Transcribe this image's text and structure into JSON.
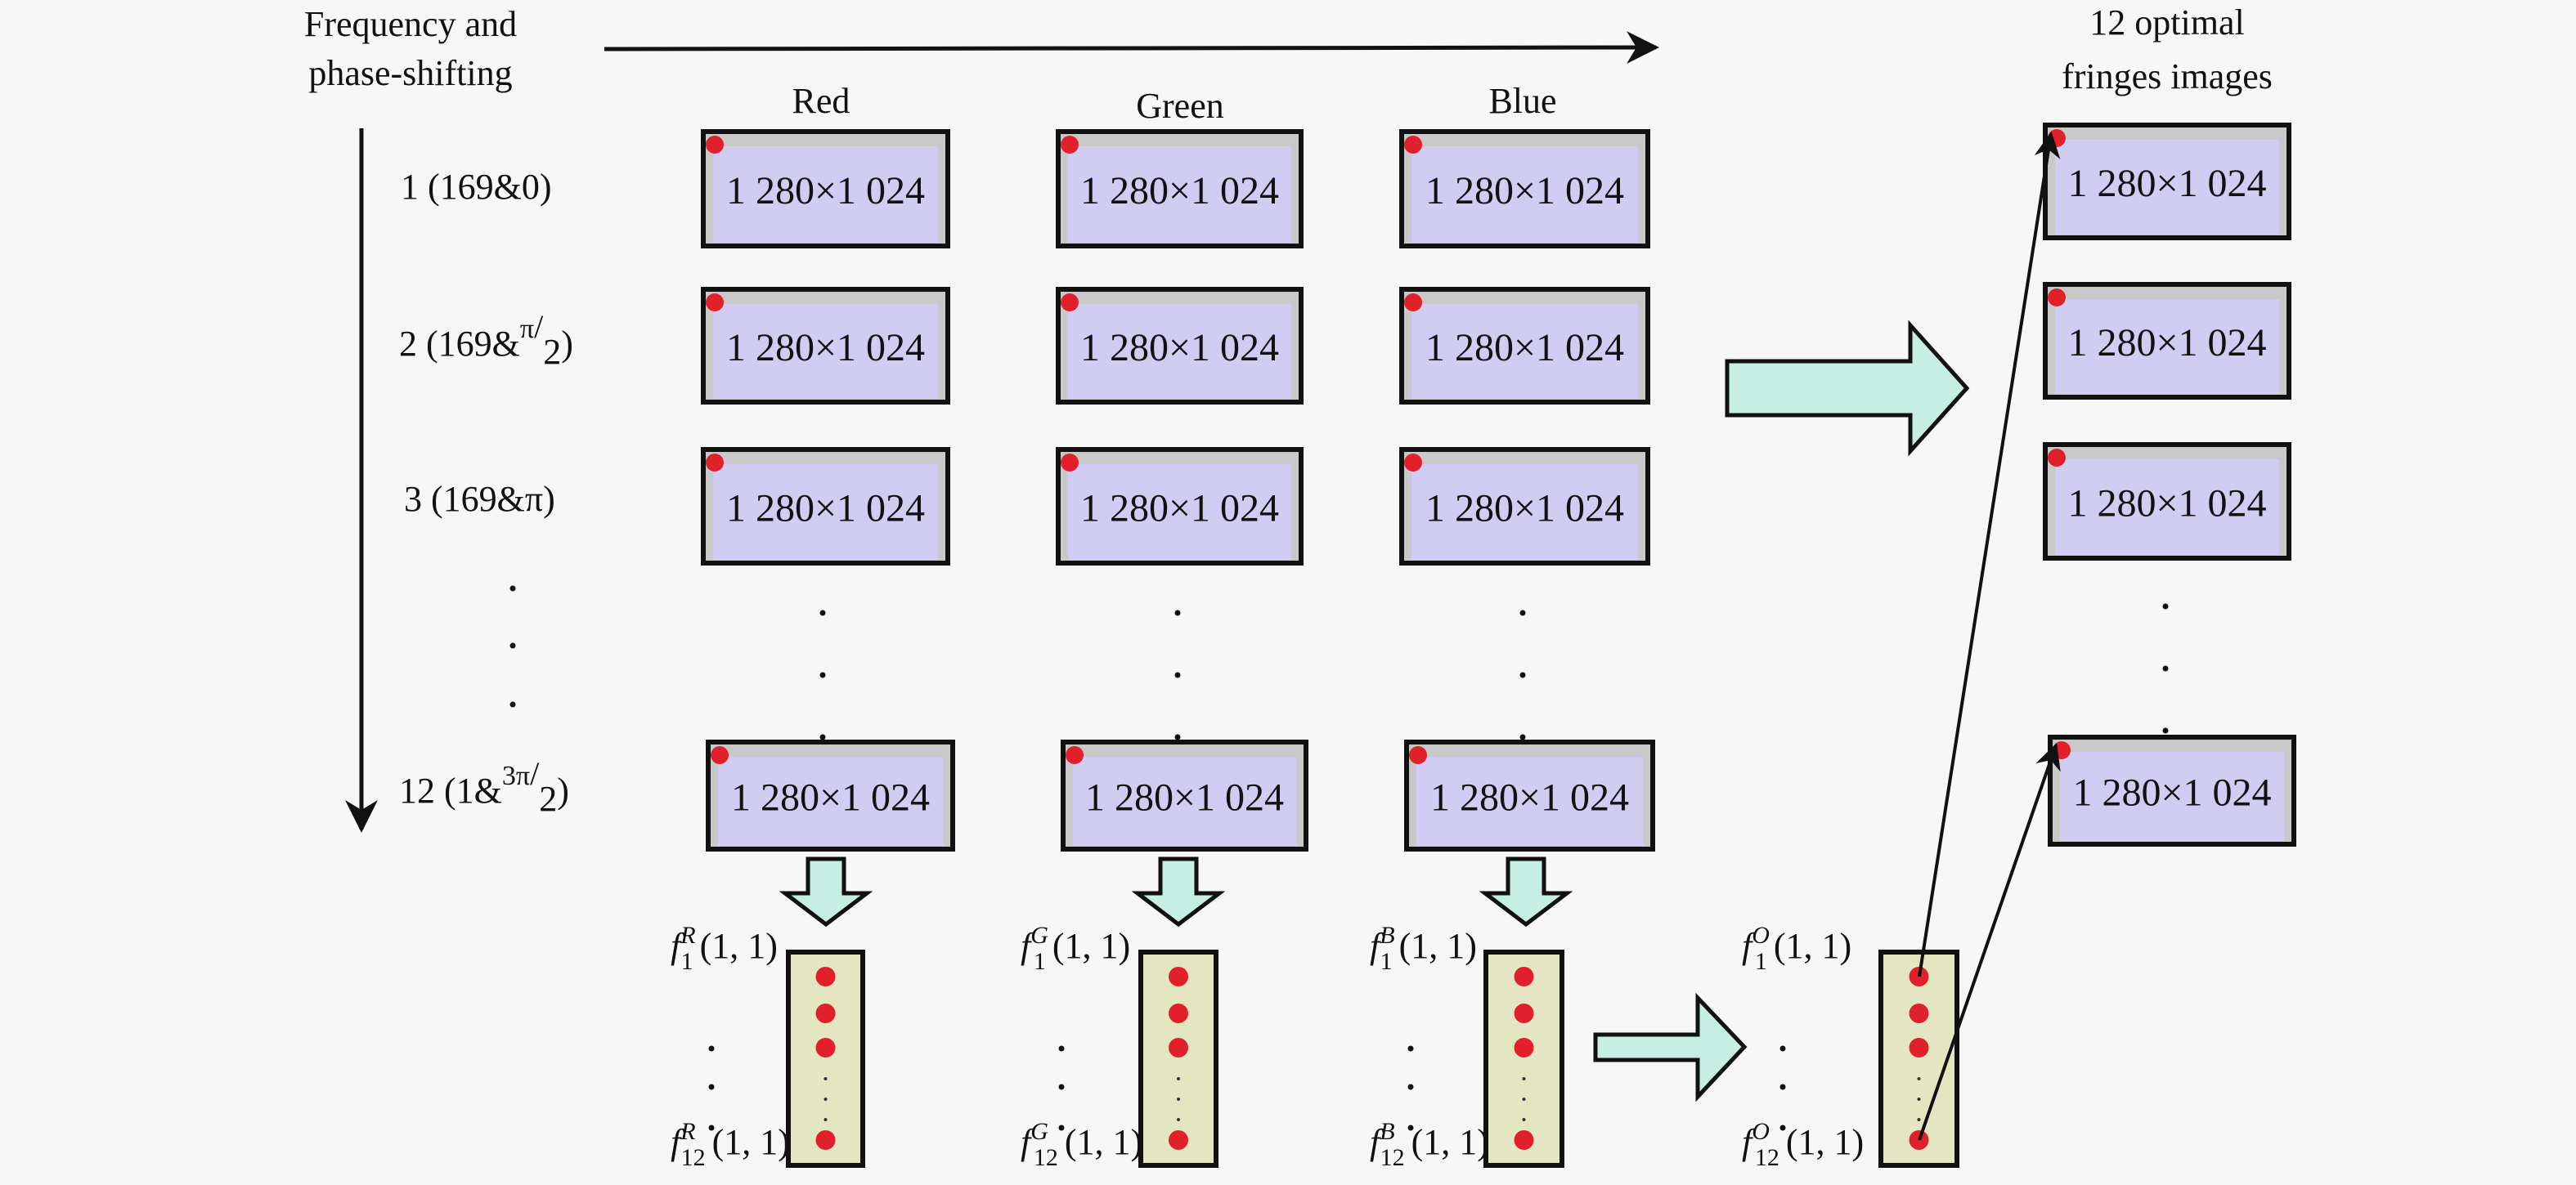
{
  "header": {
    "left_title_line1": "Frequency and",
    "left_title_line2": "phase-shifting",
    "right_title_line1": "12 optimal",
    "right_title_line2": "fringes images"
  },
  "columns": [
    "Red",
    "Green",
    "Blue"
  ],
  "rows": [
    {
      "num": "1",
      "text": "(169&0)",
      "sup": "",
      "den": ""
    },
    {
      "num": "2",
      "text": "(169&",
      "sup": "π",
      "den": "2",
      "close": ")"
    },
    {
      "num": "3",
      "text": "(169&π)",
      "sup": "",
      "den": ""
    },
    {
      "num": "12",
      "text": "(1&",
      "sup": "3π",
      "den": "2",
      "close": ")"
    }
  ],
  "box_label": "1 280×1 024",
  "ellipsis": "·",
  "bottom": {
    "channels": [
      {
        "sup": "R",
        "first_sub": "1",
        "last_sub": "12",
        "args": "(1, 1)"
      },
      {
        "sup": "G",
        "first_sub": "1",
        "last_sub": "12",
        "args": "(1, 1)"
      },
      {
        "sup": "B",
        "first_sub": "1",
        "last_sub": "12",
        "args": "(1, 1)"
      },
      {
        "sup": "O",
        "first_sub": "1",
        "last_sub": "12",
        "args": "(1, 1)"
      }
    ],
    "func": "f"
  },
  "colors": {
    "box_fill": "#d0ccf2",
    "box_band": "#c9c9c9",
    "dot": "#e0202a",
    "arrow_fill": "#c6eee2",
    "column_fill": "#e4e6c2",
    "background": "#f7f7f7"
  }
}
